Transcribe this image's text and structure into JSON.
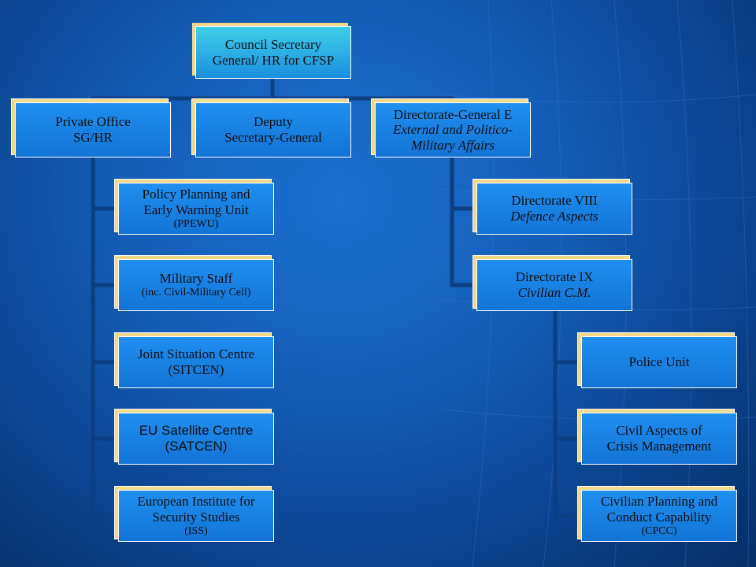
{
  "root": {
    "line1": "Council Secretary",
    "line2": "General/ HR for CFSP"
  },
  "level1": {
    "private_office": {
      "line1": "Private Office",
      "line2": "SG/HR"
    },
    "deputy": {
      "line1": "Deputy",
      "line2": "Secretary-General"
    },
    "dg_e": {
      "line1": "Directorate-General  E",
      "line2": "External and Politico-",
      "line3": "Military Affairs"
    }
  },
  "private_office_units": {
    "ppewu": {
      "line1": "Policy Planning and",
      "line2": "Early Warning Unit",
      "line3": "(PPEWU)"
    },
    "military_staff": {
      "line1": "Military Staff",
      "line2": "(inc. Civil-Military Cell)"
    },
    "sitcen": {
      "line1": "Joint Situation Centre",
      "line2": "(SITCEN)"
    },
    "satcen": {
      "line1": "EU Satellite Centre",
      "line2": "(SATCEN)"
    },
    "iss": {
      "line1": "European Institute for",
      "line2": "Security Studies",
      "line3": "(ISS)"
    }
  },
  "dg_e_units": {
    "dir8": {
      "line1": "Directorate  VIII",
      "line2": "Defence Aspects"
    },
    "dir9": {
      "line1": "Directorate  IX",
      "line2": "Civilian C.M."
    }
  },
  "dir9_units": {
    "police": {
      "line1": "Police Unit"
    },
    "civil_aspects": {
      "line1": "Civil Aspects of",
      "line2": "Crisis Management"
    },
    "cpcc": {
      "line1": "Civilian Planning and",
      "line2": "Conduct Capability",
      "line3": "(CPCC)"
    }
  }
}
